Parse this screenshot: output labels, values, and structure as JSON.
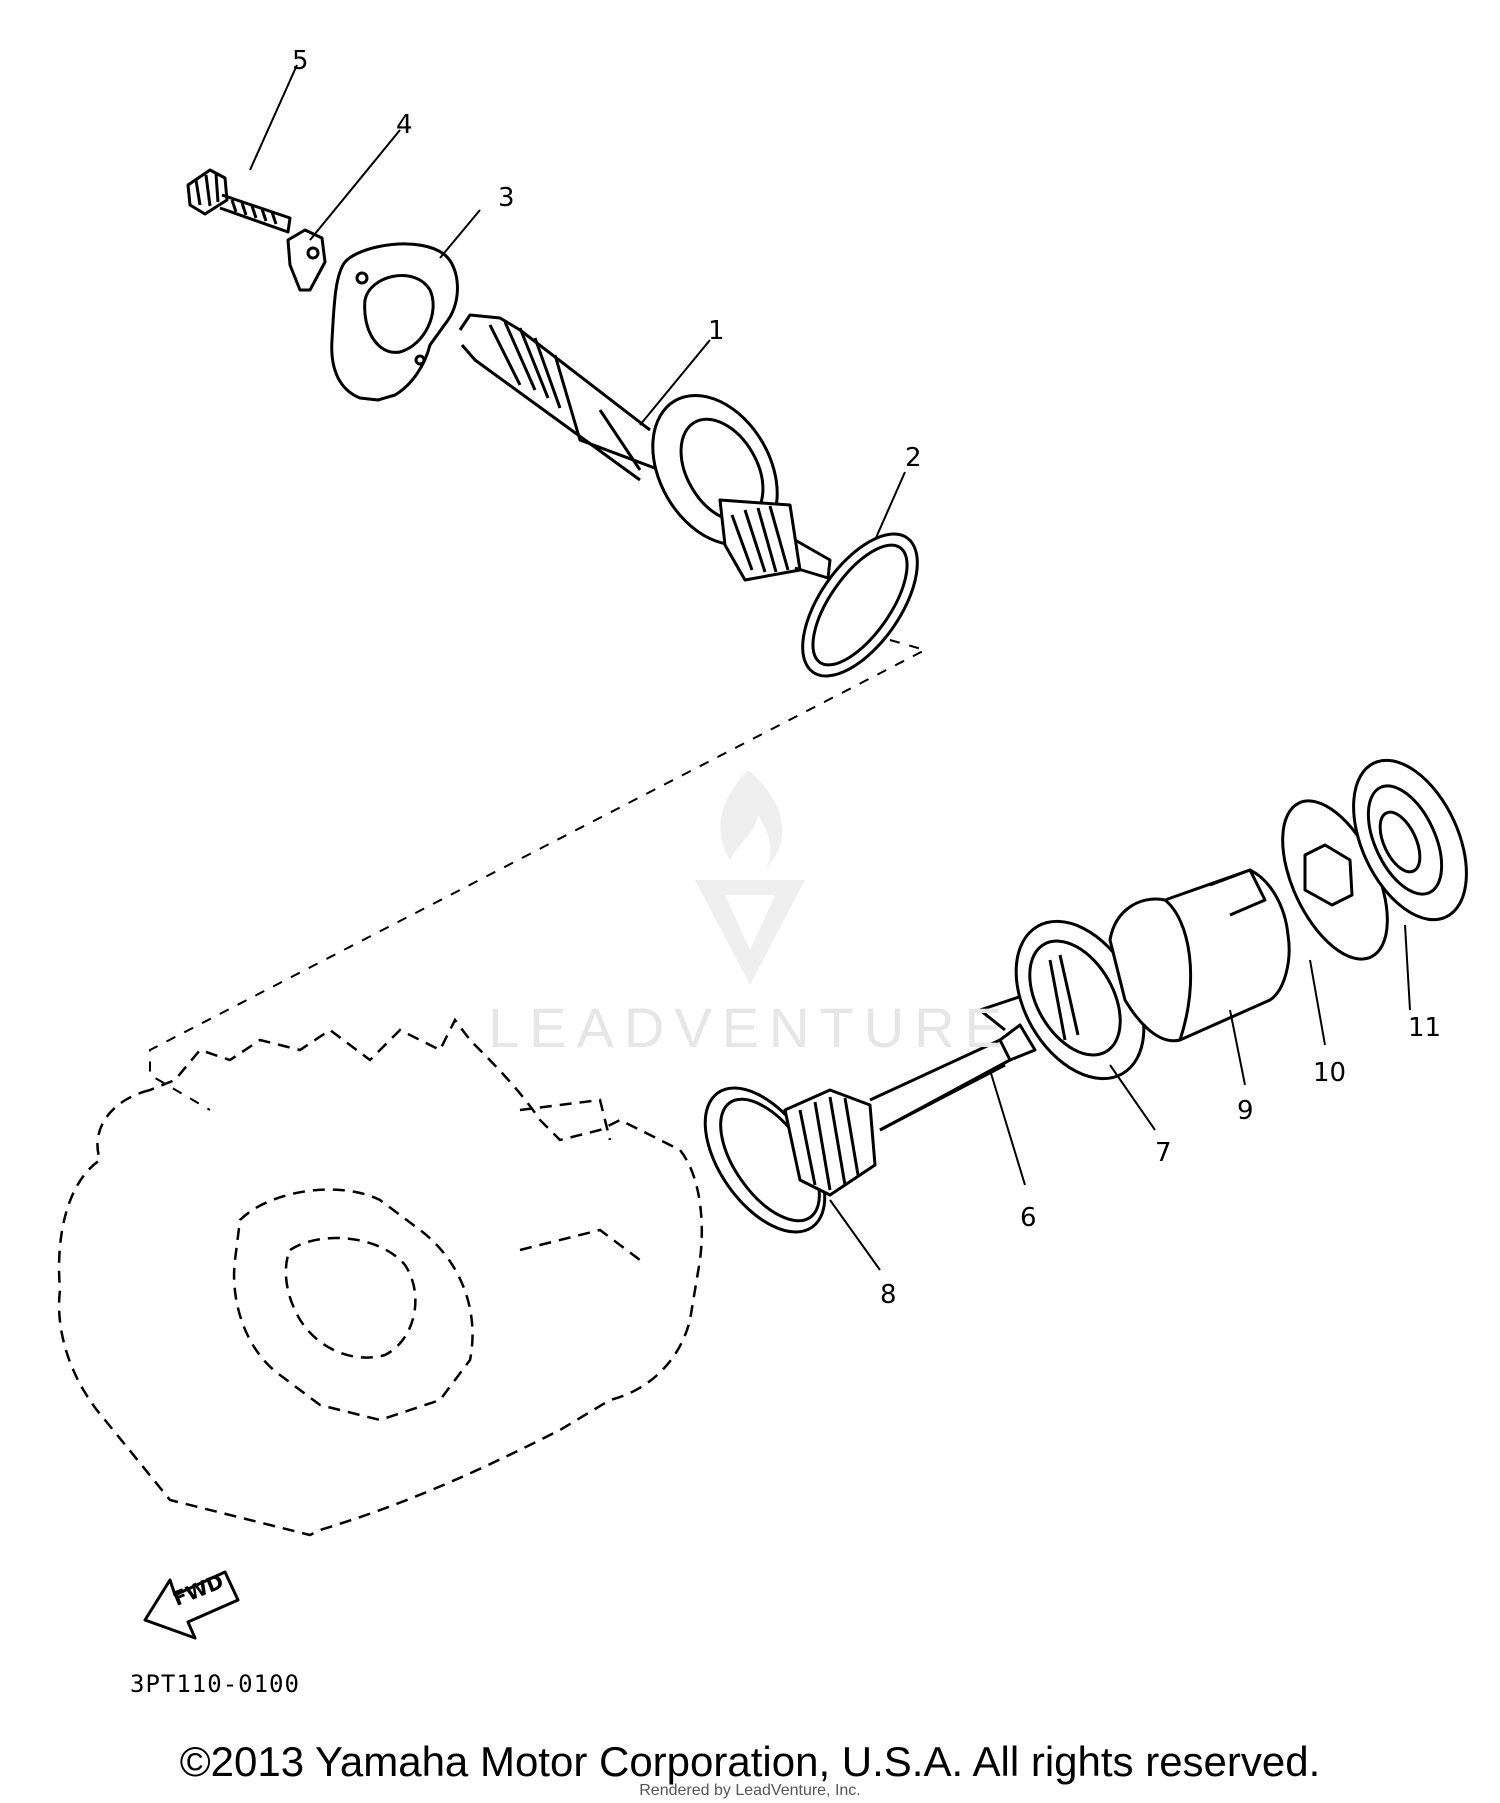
{
  "callouts": {
    "p1": "1",
    "p2": "2",
    "p3": "3",
    "p4": "4",
    "p5": "5",
    "p6": "6",
    "p7": "7",
    "p8": "8",
    "p9": "9",
    "p10": "10",
    "p11": "11"
  },
  "fwd_label": "FWD",
  "diagram_code": "3PT110-0100",
  "watermark": "LEADVENTURE",
  "copyright": "©2013 Yamaha Motor Corporation, U.S.A. All rights reserved.",
  "rendered_by": "Rendered by LeadVenture, Inc."
}
